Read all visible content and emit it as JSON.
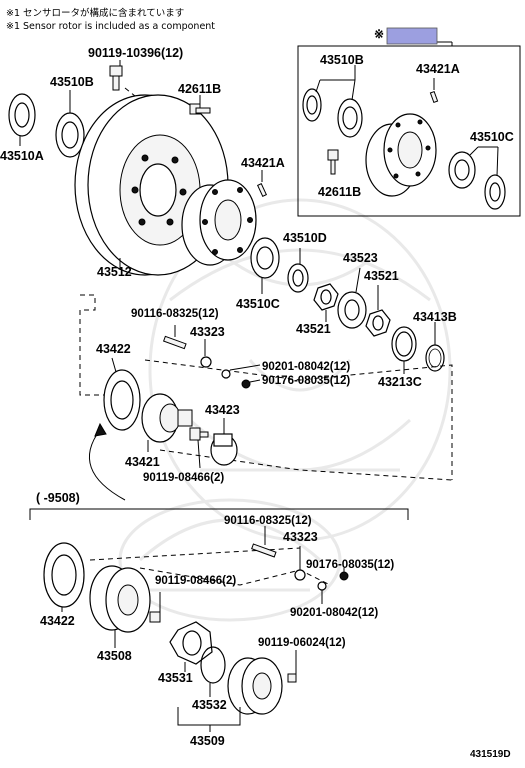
{
  "notes": {
    "jp": "※1 センサロータが構成に含まれています",
    "en": "※1 Sensor rotor is included as a component"
  },
  "inset": {
    "marker": "※",
    "badge_color": "#9c9fe0"
  },
  "labels": {
    "p90119_10396": "90119-10396(12)",
    "p43510B_main": "43510B",
    "p43510A": "43510A",
    "p42611B_main": "42611B",
    "p43512": "43512",
    "p43421A_main": "43421A",
    "p43510D": "43510D",
    "p43510C_main": "43510C",
    "p43523": "43523",
    "p43521_a": "43521",
    "p43521_b": "43521",
    "p43413B": "43413B",
    "p43213C": "43213C",
    "p90116_08325_a": "90116-08325(12)",
    "p43323_a": "43323",
    "p43422_a": "43422",
    "p90201_08042_a": "90201-08042(12)",
    "p90176_08035_a": "90176-08035(12)",
    "p43423": "43423",
    "p43421": "43421",
    "p90119_08466_a": "90119-08466(2)",
    "p43510B_inset": "43510B",
    "p43421A_inset": "43421A",
    "p43510C_inset": "43510C",
    "p42611B_inset": "42611B",
    "range": "( -9508)",
    "p90116_08325_b": "90116-08325(12)",
    "p43323_b": "43323",
    "p90176_08035_b": "90176-08035(12)",
    "p90119_08466_b": "90119-08466(2)",
    "p90201_08042_b": "90201-08042(12)",
    "p43422_b": "43422",
    "p43508": "43508",
    "p90119_06024": "90119-06024(12)",
    "p43531": "43531",
    "p43532": "43532",
    "p43509": "43509",
    "diagram_id": "431519D"
  },
  "icons": {
    "watermark": "samurai-helmet-watermark"
  }
}
